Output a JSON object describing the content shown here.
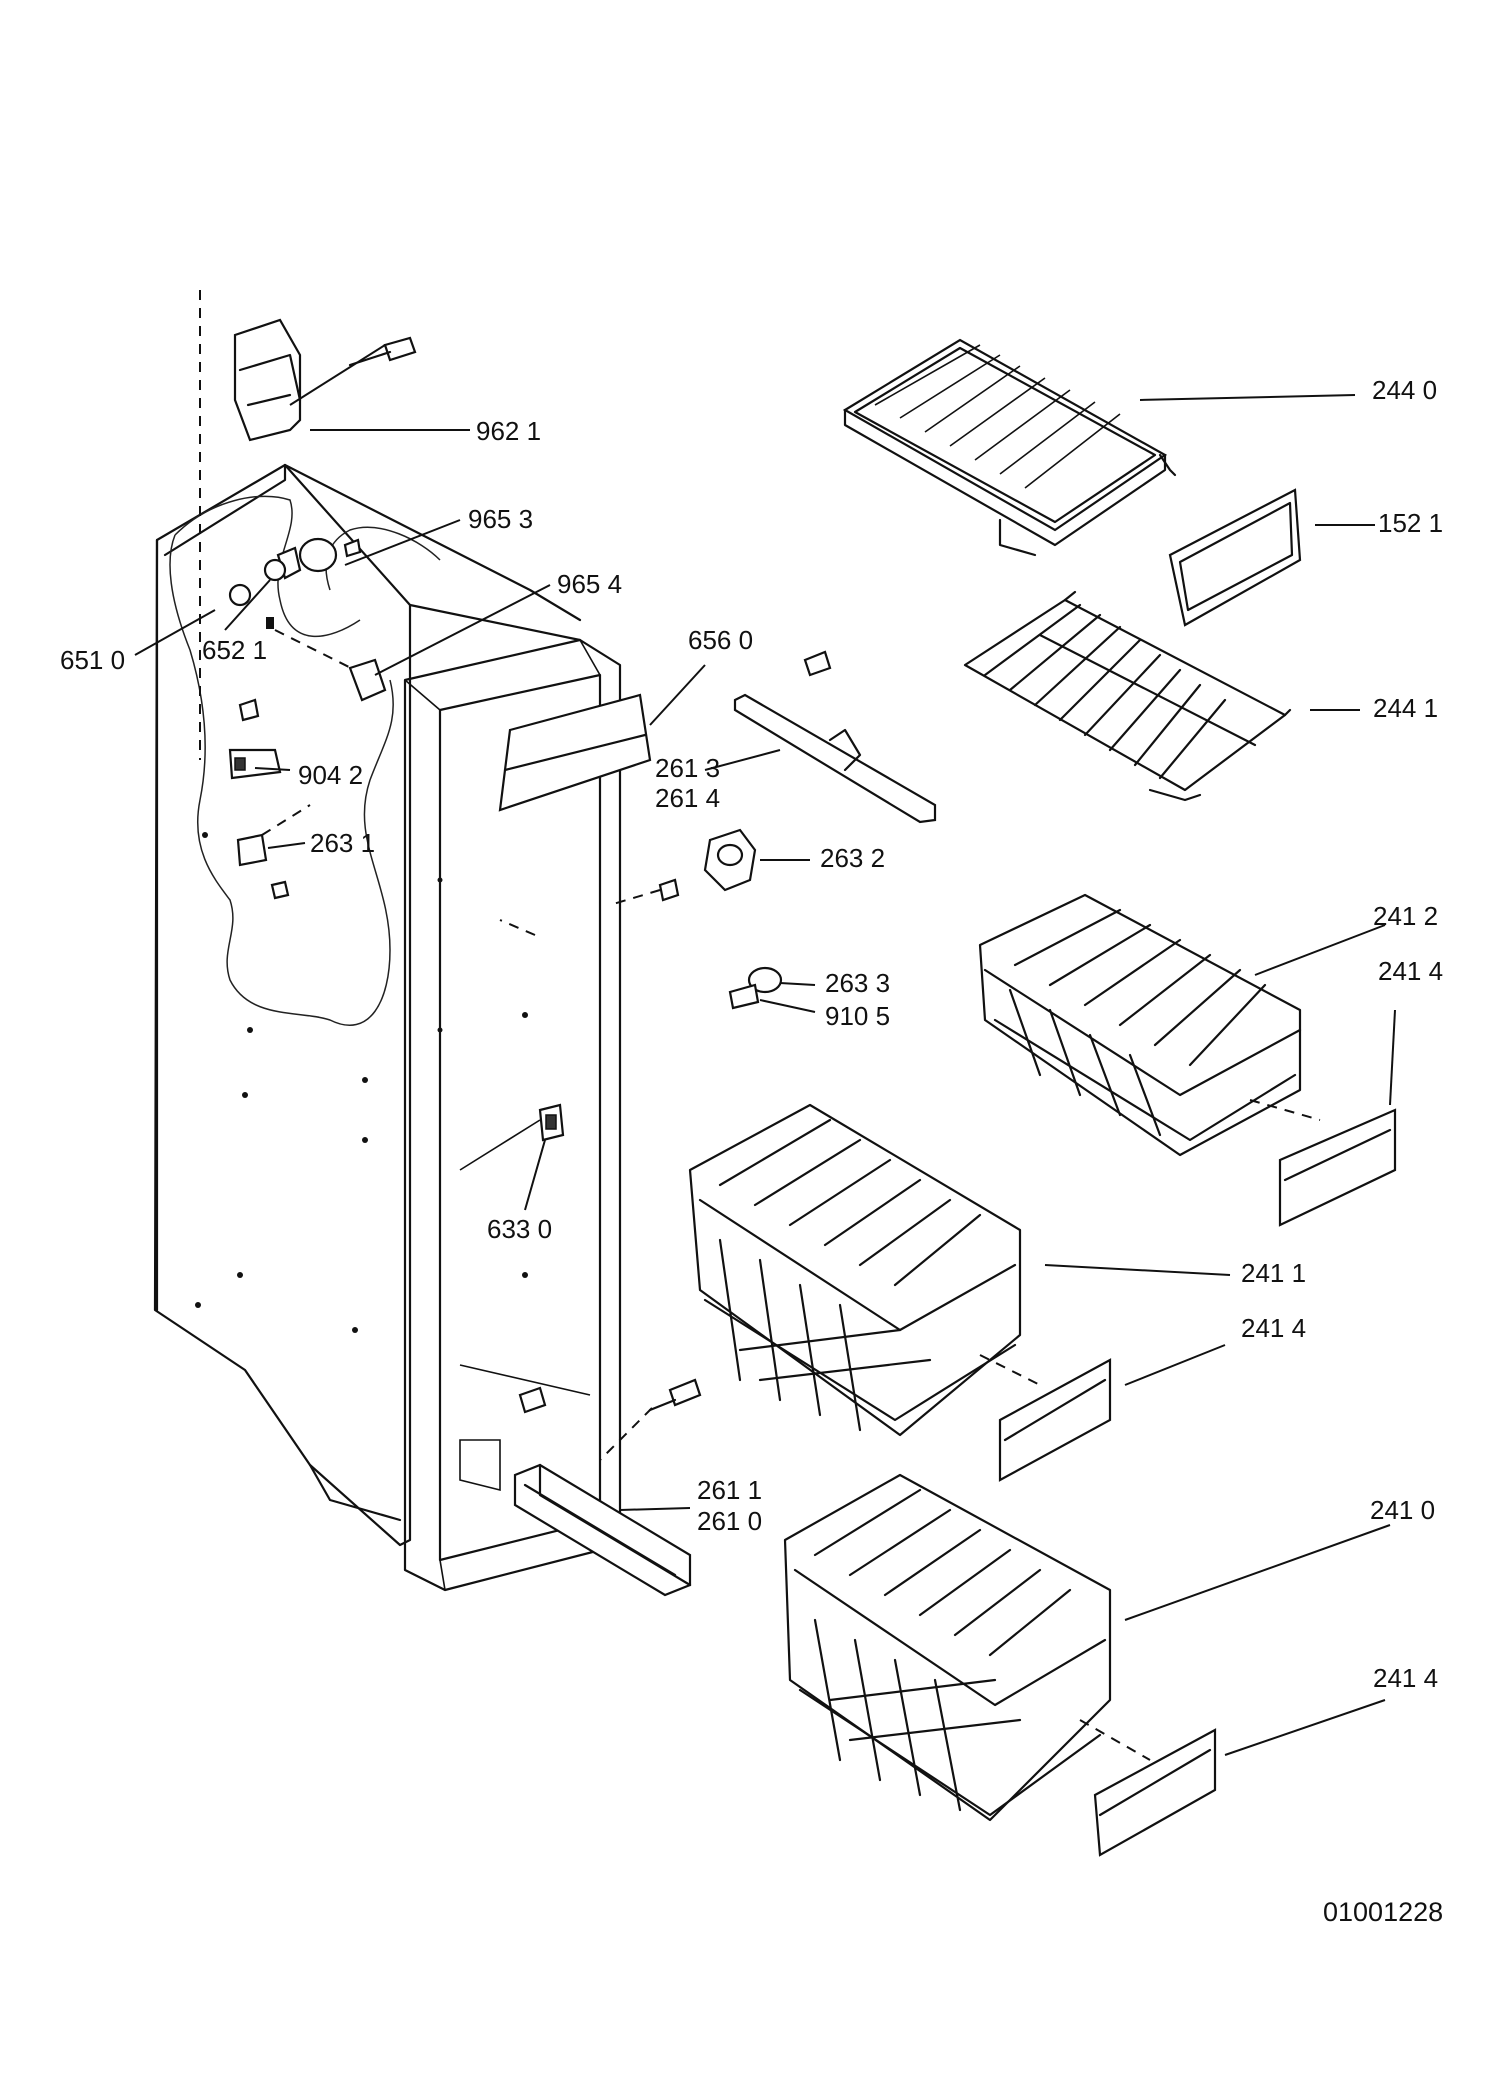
{
  "drawing_number": "01001228",
  "callouts": [
    {
      "id": "c9621",
      "text": "962 1"
    },
    {
      "id": "c9653",
      "text": "965 3"
    },
    {
      "id": "c9654",
      "text": "965 4"
    },
    {
      "id": "c6510",
      "text": "651 0"
    },
    {
      "id": "c6521",
      "text": "652  1"
    },
    {
      "id": "c6560",
      "text": "656 0"
    },
    {
      "id": "c9042",
      "text": "904 2"
    },
    {
      "id": "c2631",
      "text": "263 1"
    },
    {
      "id": "c2613",
      "text": "261 3"
    },
    {
      "id": "c2614",
      "text": "261 4"
    },
    {
      "id": "c2632",
      "text": "263 2"
    },
    {
      "id": "c2633",
      "text": "263 3"
    },
    {
      "id": "c9105",
      "text": "910 5"
    },
    {
      "id": "c6330",
      "text": "633 0"
    },
    {
      "id": "c2611",
      "text": "261 1"
    },
    {
      "id": "c2610",
      "text": "261 0"
    },
    {
      "id": "c2440",
      "text": "244 0"
    },
    {
      "id": "c1521",
      "text": "152 1"
    },
    {
      "id": "c2441",
      "text": "244 1"
    },
    {
      "id": "c2412",
      "text": "241 2"
    },
    {
      "id": "c2414a",
      "text": "241 4"
    },
    {
      "id": "c2411",
      "text": "241 1"
    },
    {
      "id": "c2414b",
      "text": "241 4"
    },
    {
      "id": "c2410",
      "text": "241 0"
    },
    {
      "id": "c2414c",
      "text": "241 4"
    }
  ]
}
